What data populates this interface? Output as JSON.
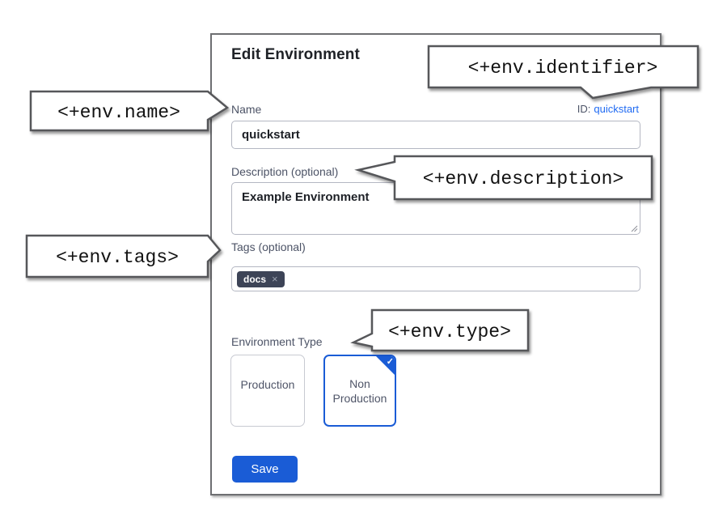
{
  "dialog": {
    "title": "Edit Environment",
    "name": {
      "label": "Name",
      "value": "quickstart"
    },
    "id": {
      "label": "ID:",
      "value": "quickstart"
    },
    "description": {
      "label": "Description (optional)",
      "value": "Example Environment"
    },
    "tags": {
      "label": "Tags (optional)",
      "chip": {
        "label": "docs",
        "remove_icon": "×"
      }
    },
    "type": {
      "label": "Environment Type",
      "options": [
        {
          "label": "Production",
          "selected": false
        },
        {
          "label": "Non Production",
          "selected": true
        }
      ],
      "check_icon": "✓"
    },
    "save_label": "Save"
  },
  "callouts": {
    "identifier": "<+env.identifier>",
    "name": "<+env.name>",
    "description": "<+env.description>",
    "tags": "<+env.tags>",
    "type": "<+env.type>"
  },
  "colors": {
    "accent_blue": "#1a5cd6",
    "link_blue": "#1f6af2",
    "label_slate": "#4c5366",
    "chip_bg": "#3d4457",
    "callout_border": "#56575a"
  }
}
